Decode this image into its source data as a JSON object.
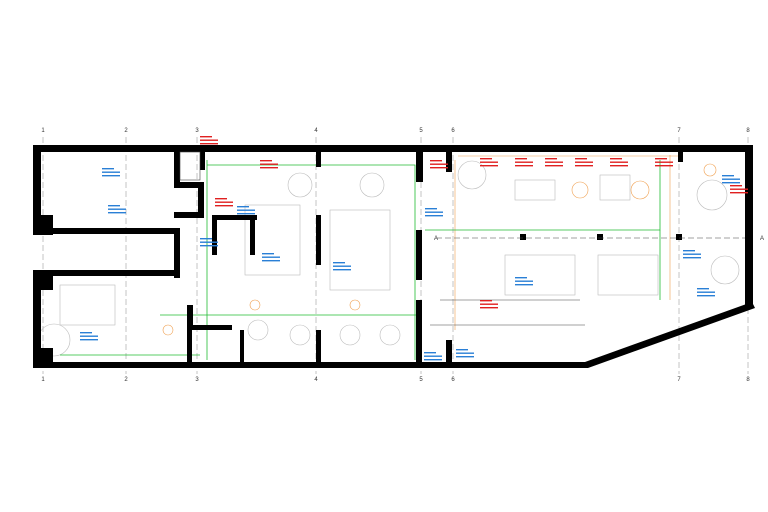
{
  "grid": {
    "columns": [
      "1",
      "2",
      "3",
      "4",
      "5",
      "6",
      "7",
      "8"
    ],
    "row": "A"
  },
  "colors": {
    "wall": "#000000",
    "grid_line": "#888888",
    "services_line": "#22bb33",
    "annotation_blue": "#2a7fd6",
    "annotation_red": "#e02020",
    "furniture_orange": "#f0a050"
  }
}
